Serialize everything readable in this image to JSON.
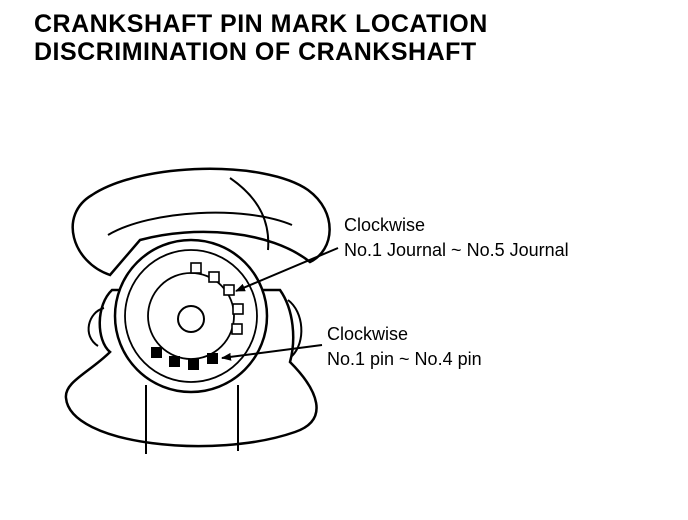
{
  "title": {
    "line1": "CRANKSHAFT PIN MARK LOCATION",
    "line2": "DISCRIMINATION OF CRANKSHAFT"
  },
  "callouts": {
    "journal": {
      "direction": "Clockwise",
      "range": "No.1 Journal ~ No.5 Journal",
      "mark_count": 5,
      "mark_style": "hollow-square"
    },
    "pin": {
      "direction": "Clockwise",
      "range": "No.1 pin ~ No.4 pin",
      "mark_count": 4,
      "mark_style": "filled-square"
    }
  },
  "colors": {
    "ink": "#000000",
    "paper": "#ffffff"
  }
}
